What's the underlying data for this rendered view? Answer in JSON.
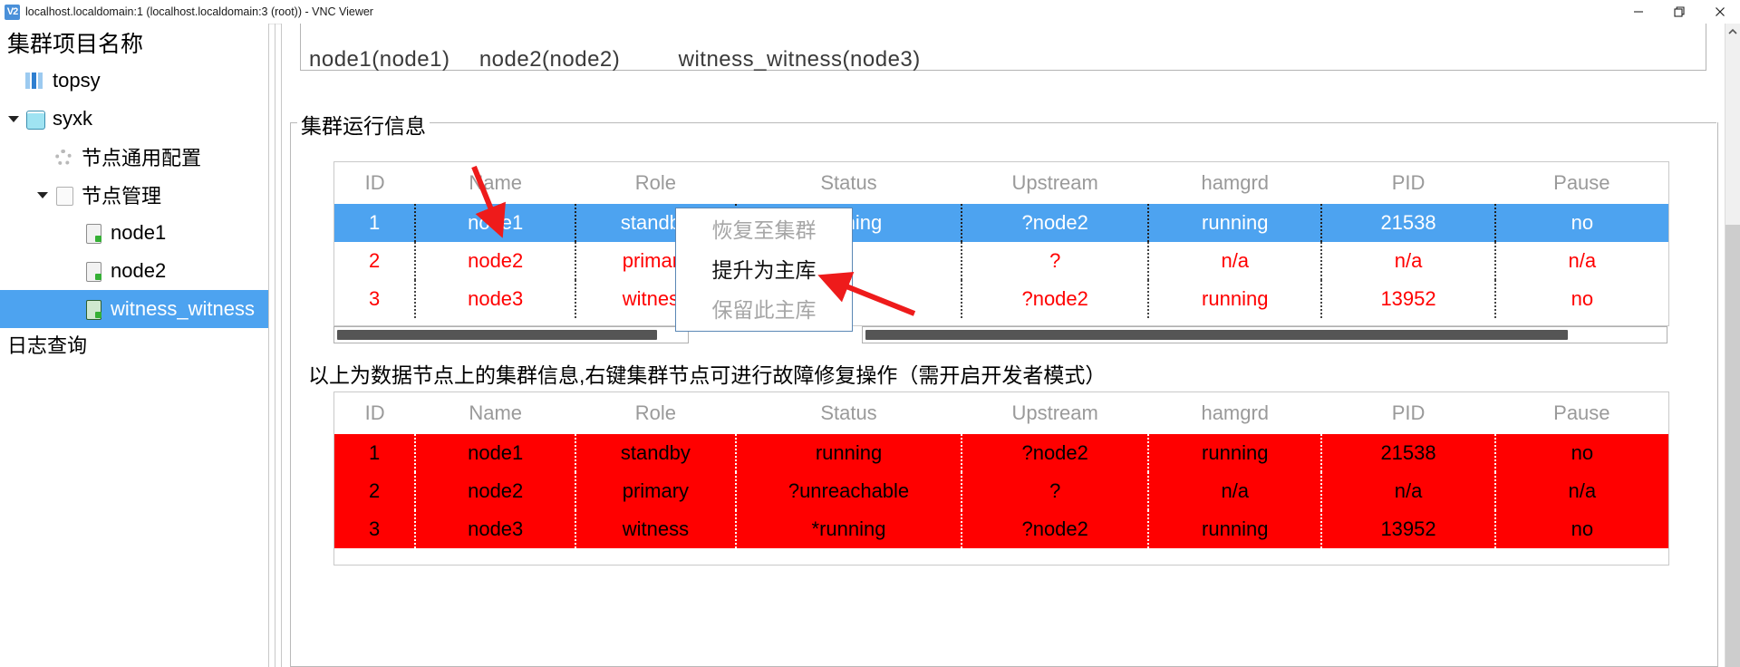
{
  "window": {
    "logo": "V2",
    "title": "localhost.localdomain:1 (localhost.localdomain:3 (root)) - VNC Viewer",
    "minimize": "—",
    "restore": "❐",
    "close": "✕"
  },
  "sidebar": {
    "heading": "集群项目名称",
    "items": [
      {
        "label": "topsy",
        "icon": "cluster-icon",
        "indent": 0,
        "twisty": "none",
        "selected": false
      },
      {
        "label": "syxk",
        "icon": "database-icon",
        "indent": 0,
        "twisty": "expanded",
        "selected": false
      },
      {
        "label": "节点通用配置",
        "icon": "gear-icon",
        "indent": 1,
        "twisty": "none",
        "selected": false
      },
      {
        "label": "节点管理",
        "icon": "node-manager-icon",
        "indent": 1,
        "twisty": "expanded",
        "selected": false
      },
      {
        "label": "node1",
        "icon": "node-icon",
        "indent": 2,
        "twisty": "none",
        "selected": false
      },
      {
        "label": "node2",
        "icon": "node-icon",
        "indent": 2,
        "twisty": "none",
        "selected": false
      },
      {
        "label": "witness_witness",
        "icon": "witness-icon",
        "indent": 2,
        "twisty": "none",
        "selected": true
      }
    ],
    "footer_item": "日志查询"
  },
  "main": {
    "node_list": [
      "node1(node1)",
      "node2(node2)",
      "witness_witness(node3)"
    ],
    "group_title": "集群运行信息",
    "note": "以上为数据节点上的集群信息,右键集群节点可进行故障修复操作（需开启开发者模式）",
    "columns": [
      "ID",
      "Name",
      "Role",
      "Status",
      "Upstream",
      "hamgrd",
      "PID",
      "Pause"
    ],
    "table1": {
      "rows": [
        {
          "style": "selected",
          "cells": [
            "1",
            "node1",
            "standby",
            "running",
            "?node2",
            "running",
            "21538",
            "no"
          ]
        },
        {
          "style": "plain",
          "cells": [
            "2",
            "node2",
            "primary",
            "",
            "?",
            "n/a",
            "n/a",
            "n/a"
          ]
        },
        {
          "style": "plain",
          "cells": [
            "3",
            "node3",
            "witness",
            "",
            "?node2",
            "running",
            "13952",
            "no"
          ]
        }
      ],
      "scrollbar_left_pct": 92,
      "scrollbar_right_pct": 88
    },
    "table2": {
      "rows": [
        {
          "style": "red",
          "cells": [
            "1",
            "node1",
            "standby",
            "running",
            "?node2",
            "running",
            "21538",
            "no"
          ]
        },
        {
          "style": "red",
          "cells": [
            "2",
            "node2",
            "primary",
            "?unreachable",
            "?",
            "n/a",
            "n/a",
            "n/a"
          ]
        },
        {
          "style": "red",
          "cells": [
            "3",
            "node3",
            "witness",
            "*running",
            "?node2",
            "running",
            "13952",
            "no"
          ]
        }
      ]
    },
    "context_menu": [
      {
        "label": "恢复至集群",
        "enabled": false
      },
      {
        "label": "提升为主库",
        "enabled": true
      },
      {
        "label": "保留此主库",
        "enabled": false
      }
    ]
  },
  "colors": {
    "selection_blue": "#4da3f0",
    "alert_red": "#ff0000",
    "text_red": "#ff0000",
    "header_gray": "#9a9a9a",
    "annotation_arrow": "#ee1b1b"
  }
}
